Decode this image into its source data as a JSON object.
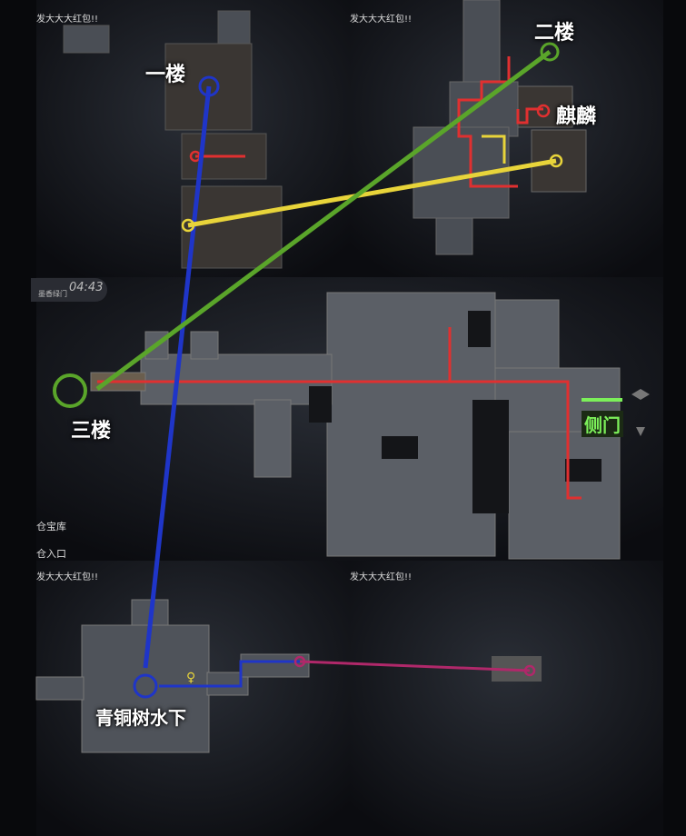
{
  "watermarks": [
    "发大大大红包!!",
    "发大大大红包!!",
    "发大大大红包!!",
    "发大大大红包!!"
  ],
  "timer": {
    "time": "04:43",
    "caption": "墨香绿门"
  },
  "map_labels": {
    "floor1": "一楼",
    "floor2": "二楼",
    "qilin": "麒麟",
    "floor3": "三楼",
    "side_door": "侧门",
    "bronze_tree": "青铜树水下"
  },
  "left_menu": [
    "仓宝库",
    "仓入口"
  ],
  "colors": {
    "floor1_route": "#1f35c8",
    "floor2_route": "#5aa52a",
    "qilin_route": "#e8d43a",
    "path": "#e03030",
    "underwater": "#b0286a",
    "room": "#5b5f66"
  }
}
